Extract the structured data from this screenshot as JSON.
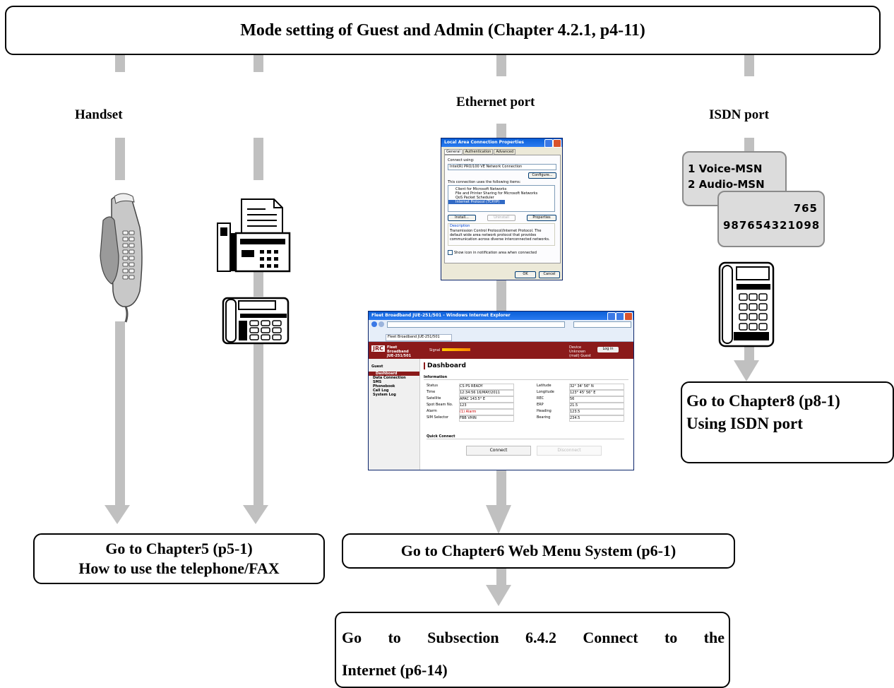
{
  "top_box": {
    "text": "Mode setting of Guest and Admin (Chapter 4.2.1, p4-11)"
  },
  "labels": {
    "handset": "Handset",
    "ethernet": "Ethernet port",
    "isdn": "ISDN port"
  },
  "isdn_card1": {
    "line1": "1  Voice-MSN",
    "line2": "2  Audio-MSN"
  },
  "isdn_card2": {
    "top": "765",
    "bottom": "987654321098"
  },
  "dialog": {
    "title": "Local Area Connection Properties",
    "tabs": [
      "General",
      "Authentication",
      "Advanced"
    ],
    "connect_using": "Connect using:",
    "adapter": "Intel(R) PRO/100 VE Network Connection",
    "configure": "Configure...",
    "items_label": "This connection uses the following items:",
    "items": [
      "Client for Microsoft Networks",
      "File and Printer Sharing for Microsoft Networks",
      "QoS Packet Scheduler",
      "Internet Protocol (TCP/IP)"
    ],
    "install": "Install...",
    "uninstall": "Uninstall",
    "properties": "Properties",
    "description_title": "Description",
    "description": "Transmission Control Protocol/Internet Protocol. The default wide area network protocol that provides communication across diverse interconnected networks.",
    "show_icon": "Show icon in notification area when connected",
    "ok": "OK",
    "cancel": "Cancel"
  },
  "browser": {
    "title": "Fleet Broadband JUE-251/501 - Windows Internet Explorer",
    "tab": "Fleet Broadband JUE-251/501",
    "logo": "JRC",
    "product": "Fleet Broadband JUE-251/501",
    "signal": "Signal",
    "user": "Device Unknown (mail) Guest",
    "login": "Log in",
    "side_header": "Guest",
    "side_items": [
      "Dashboard",
      "Data Connection",
      "SMS",
      "Phonebook",
      "Call Log",
      "System Log"
    ],
    "page_title": "Dashboard",
    "section": "Information",
    "left_rows": [
      [
        "Status",
        "CS PS READY"
      ],
      [
        "Time",
        "12:34:56 16/MAY/2011"
      ],
      [
        "Satellite",
        "APAC 143.5° E"
      ],
      [
        "Spot Beam No.",
        "123"
      ],
      [
        "Alarm",
        "(1) Alarm"
      ],
      [
        "SIM Selector",
        "FBB VHIN"
      ]
    ],
    "right_rows": [
      [
        "Latitude",
        "32° 34' 56\" N"
      ],
      [
        "Longitude",
        "123° 45' 56\" E"
      ],
      [
        "REC",
        "56"
      ],
      [
        "ERP",
        "21.5"
      ],
      [
        "Heading",
        "123.5"
      ],
      [
        "Bearing",
        "234.5"
      ]
    ],
    "quick": "Quick Connect",
    "connect": "Connect",
    "disconnect": "Disconnect"
  },
  "boxes": {
    "ch5_line1": "Go to Chapter5 (p5-1)",
    "ch5_line2": "How to use the telephone/FAX",
    "ch6": "Go to Chapter6 Web Menu System (p6-1)",
    "ch8_line1": "Go to Chapter8 (p8-1)",
    "ch8_line2": "Using ISDN port",
    "sub_line1": "Go to Subsection 6.4.2 Connect to the",
    "sub_line2": "Internet (p6-14)"
  }
}
